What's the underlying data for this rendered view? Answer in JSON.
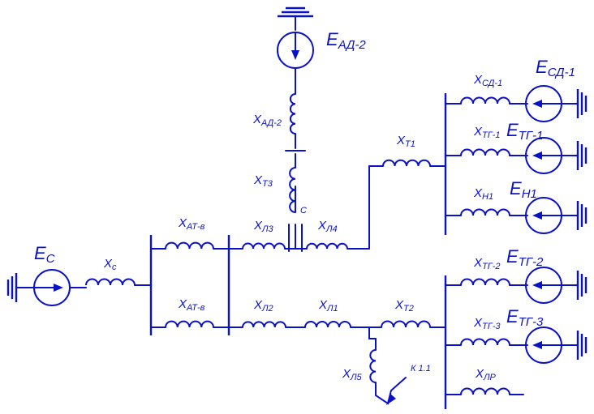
{
  "labels": {
    "e_c": "E",
    "e_c_sub": "C",
    "x_c": "X",
    "x_c_sub": "c",
    "x_at_v1": "X",
    "x_at_v1_sub": "АТ-в",
    "x_at_v2": "X",
    "x_at_v2_sub": "АТ-в",
    "x_l3": "X",
    "x_l3_sub": "Л3",
    "x_l4": "X",
    "x_l4_sub": "Л4",
    "x_l2": "X",
    "x_l2_sub": "Л2",
    "x_l1": "X",
    "x_l1_sub": "Л1",
    "x_t2": "X",
    "x_t2_sub": "Т2",
    "x_t1": "X",
    "x_t1_sub": "Т1",
    "x_t3": "X",
    "x_t3_sub": "Т3",
    "x_ad2": "X",
    "x_ad2_sub": "АД-2",
    "e_ad2": "E",
    "e_ad2_sub": "АД-2",
    "c_point": "С",
    "x_l5": "X",
    "x_l5_sub": "Л5",
    "k11": "К 1.1",
    "x_sd1": "X",
    "x_sd1_sub": "СД-1",
    "e_sd1": "E",
    "e_sd1_sub": "СД-1",
    "x_tg1": "X",
    "x_tg1_sub": "ТГ-1",
    "e_tg1": "E",
    "e_tg1_sub": "ТГ-1",
    "x_n1": "X",
    "x_n1_sub": "Н1",
    "e_n1": "E",
    "e_n1_sub": "Н1",
    "x_tg2": "X",
    "x_tg2_sub": "ТГ-2",
    "e_tg2": "E",
    "e_tg2_sub": "ТГ-2",
    "x_tg3": "X",
    "x_tg3_sub": "ТГ-3",
    "e_tg3": "E",
    "e_tg3_sub": "ТГ-3",
    "x_lr": "X",
    "x_lr_sub": "ЛР"
  },
  "colors": {
    "ink": "#0a12c8",
    "background": "#ffffff"
  }
}
